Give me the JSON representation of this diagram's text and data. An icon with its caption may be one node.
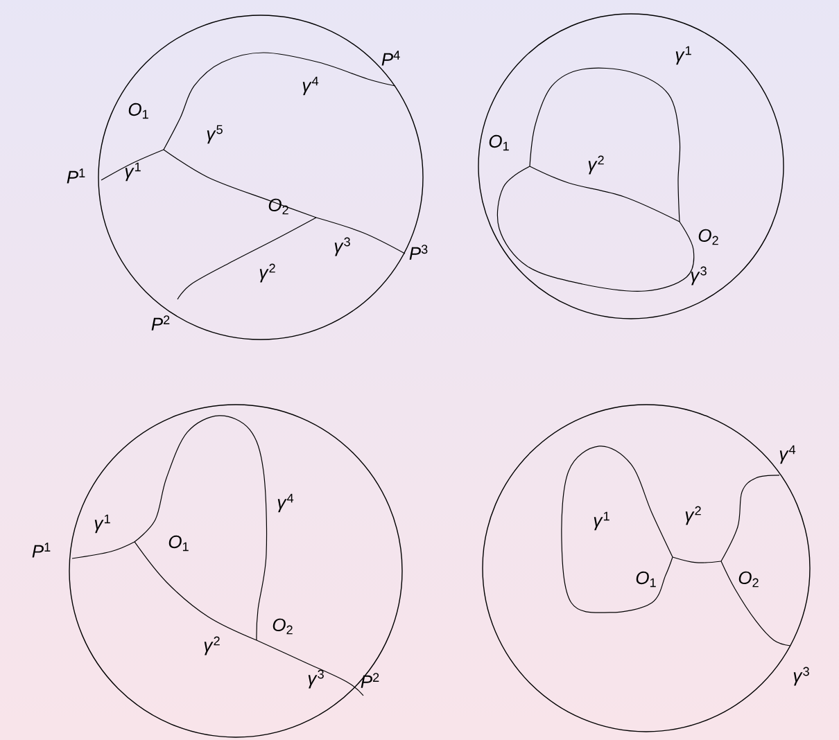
{
  "diagram": {
    "labels": [
      "*O*$_{1}$",
      "*γ*$^{4}$",
      "*P*$^{4}$",
      "*γ*$^{5}$",
      "*P*$^{1}$",
      "*γ*$^{1}$",
      "*O*$_{2}$",
      "*γ*$^{3}$",
      "*P*$^{3}$",
      "*γ*$^{2}$",
      "*P*$^{2}$",
      "*γ*$^{1}$",
      "*O*$_{1}$",
      "*γ*$^{2}$",
      "*O*$_{2}$",
      "*γ*$^{3}$",
      "*γ*$^{4}$",
      "*γ*$^{1}$",
      "*P*$^{1}$",
      "*O*$_{1}$",
      "*O*$_{2}$",
      "*γ*$^{2}$",
      "*γ*$^{3}$",
      "*P*$^{2}$",
      "*γ*$^{4}$",
      "*γ*$^{1}$",
      "*γ*$^{2}$",
      "*O*$_{1}$",
      "*O*$_{2}$",
      "*γ*$^{3}$"
    ]
  }
}
